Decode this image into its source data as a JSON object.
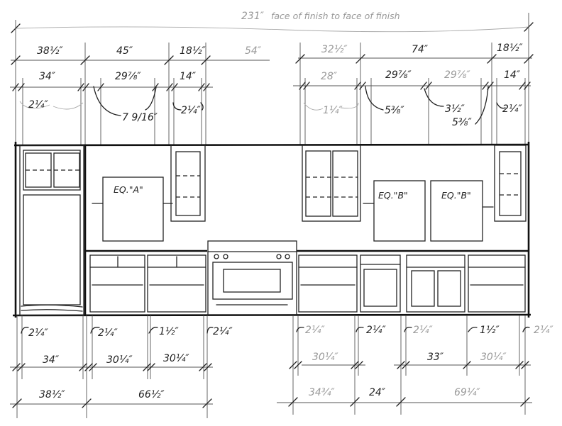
{
  "overall": {
    "dimension": "231″",
    "note": "face of finish to face of finish"
  },
  "upper_dims_row1": [
    "38½″",
    "45″",
    "18½″",
    "54″",
    "32½″",
    "74″",
    "18½″"
  ],
  "upper_dims_row2": [
    "34″",
    "29⅞″",
    "14″",
    "28″",
    "29⅞″",
    "29⅞″",
    "14″"
  ],
  "upper_callouts": [
    "2¼″",
    "7 9/16″",
    "2¼″",
    "1¼″",
    "5⅜″",
    "3½″",
    "5⅜″",
    "2¼″"
  ],
  "window_labels": [
    "EQ.\"A\"",
    "EQ.\"B\"",
    "EQ.\"B\""
  ],
  "lower_callouts": [
    "2¼″",
    "2¼″",
    "1½″",
    "2¼″",
    "2¼″",
    "2¼″",
    "2¼″",
    "1½″",
    "2¼″"
  ],
  "lower_dims_row1": [
    "34″",
    "30¼″",
    "30¼″",
    "30¼″",
    "33″",
    "30¼″"
  ],
  "lower_dims_row2": [
    "38½″",
    "66½″",
    "34¾″",
    "24″",
    "69¼″"
  ]
}
